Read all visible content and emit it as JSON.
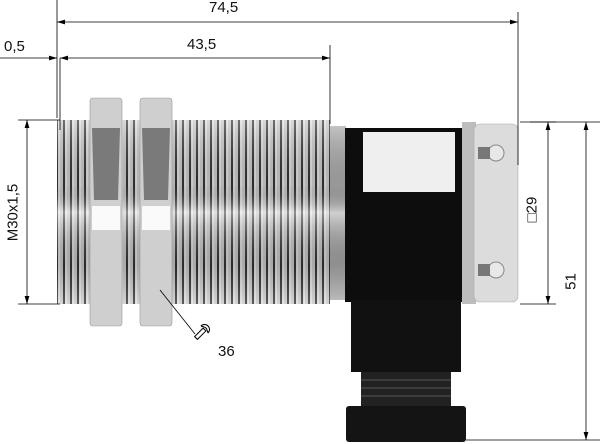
{
  "drawing": {
    "dimensions": {
      "overall_length": "74,5",
      "front_offset": "0,5",
      "thread_length": "43,5",
      "thread_size": "M30x1,5",
      "connector_square": "□29",
      "overall_height": "51",
      "wrench_size": "36"
    },
    "icons": [
      "wrench-icon"
    ],
    "colors": {
      "metal": "#b8b8b8",
      "housing": "#0d0d0d",
      "connector": "#d4d4d4"
    }
  }
}
